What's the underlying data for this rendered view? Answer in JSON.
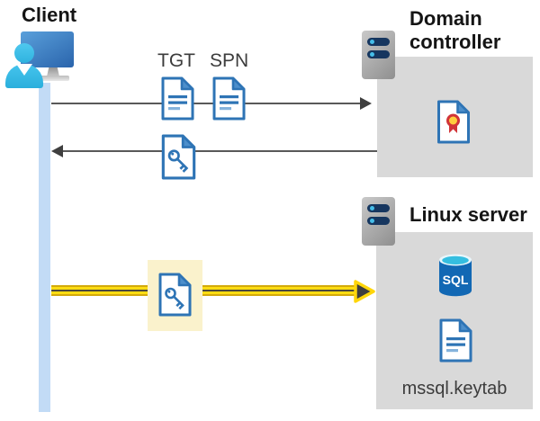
{
  "client": {
    "label": "Client"
  },
  "flow": {
    "tgt_label": "TGT",
    "spn_label": "SPN"
  },
  "domain_controller": {
    "label": "Domain controller"
  },
  "linux_server": {
    "label": "Linux server",
    "sql_icon_label": "SQL",
    "keytab_label": "mssql.keytab"
  },
  "icons": {
    "client_device": "monitor-user-icon",
    "server": "server-icon",
    "ticket_document": "document-icon",
    "key_document": "key-document-icon",
    "certificate": "certificate-document-icon",
    "sql_database": "sql-database-icon"
  },
  "colors": {
    "document_blue": "#2E74B5",
    "document_fold_blue": "#4D8FCB",
    "box_gray": "#D9D9D9",
    "timeline_blue": "#C2DBF6",
    "arrow_gray": "#595959",
    "arrow_yellow": "#FFDC12",
    "arrow_yellow_edge": "#D2A90C",
    "highlight_yellow": "#FAF2CC",
    "sql_blue": "#1268B4",
    "sql_top_cyan": "#35BEE0",
    "certificate_red": "#D13438",
    "certificate_gold": "#FFCE3E",
    "person_cyan": "#45C4ED",
    "monitor_blue": "#2A64AC",
    "server_bar_navy": "#16365F"
  }
}
